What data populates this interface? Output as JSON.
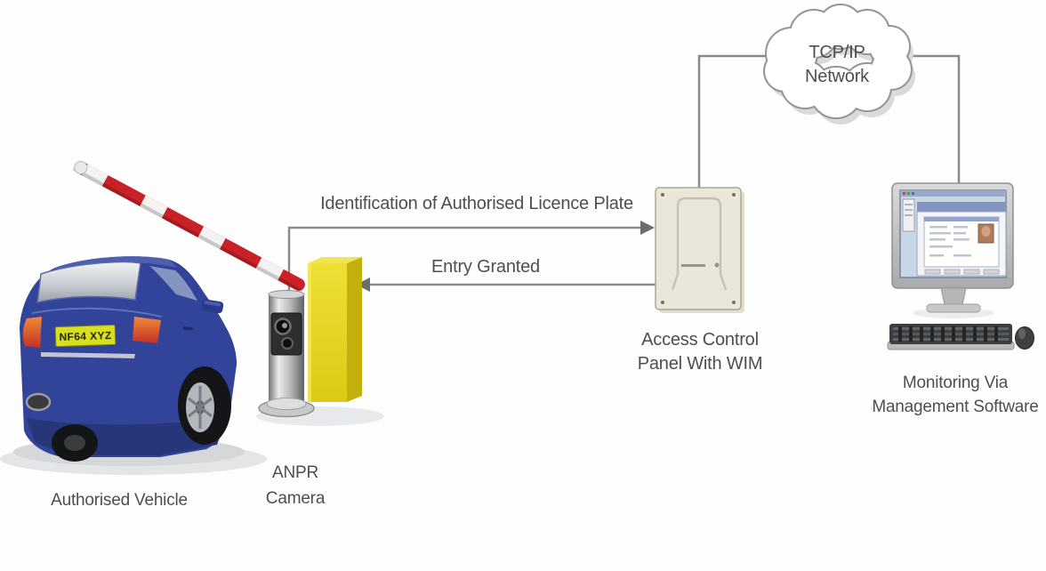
{
  "nodes": {
    "vehicle": {
      "label": "Authorised Vehicle",
      "licence_plate": "NF64 XYZ"
    },
    "anpr_camera": {
      "label_line1": "ANPR",
      "label_line2": "Camera"
    },
    "barrier": {
      "description": "rising red-white striped barrier with yellow housing"
    },
    "access_panel": {
      "label_line1": "Access Control",
      "label_line2": "Panel With WIM"
    },
    "network": {
      "label_line1": "TCP/IP",
      "label_line2": "Network"
    },
    "monitoring_station": {
      "label_line1": "Monitoring Via",
      "label_line2": "Management Software"
    }
  },
  "flows": {
    "identification": "Identification of Authorised Licence Plate",
    "entry_granted": "Entry Granted"
  },
  "colors": {
    "label_text": "#4d4e52",
    "connector_line": "#88898b",
    "barrier_red": "#c92128",
    "car_blue": "#32439a",
    "housing_yellow": "#e8d31f",
    "plate_yellow": "#d8df1f",
    "panel_beige": "#ebe6da"
  }
}
